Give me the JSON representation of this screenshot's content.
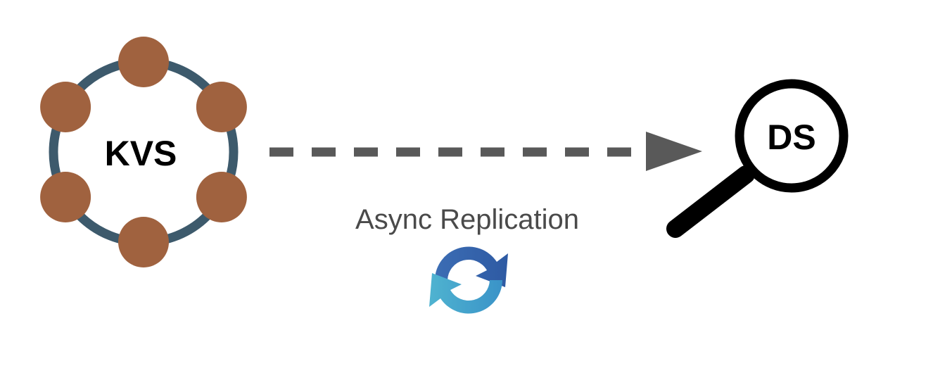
{
  "diagram": {
    "source_node": {
      "label": "KVS",
      "ring_color": "#3d5a6c",
      "node_color": "#a0623f",
      "node_count": 6
    },
    "target_node": {
      "label": "DS",
      "icon": "magnifying-glass-icon",
      "color": "#000000"
    },
    "edge": {
      "label": "Async Replication",
      "style": "dashed",
      "color": "#595959",
      "direction": "source-to-target"
    },
    "sync_icon": {
      "icon": "sync-icon",
      "color_top": "#3c6db4",
      "color_bottom": "#4fb3d0"
    },
    "colors": {
      "label_text": "#000000",
      "caption_text": "#4a4a4a"
    }
  }
}
